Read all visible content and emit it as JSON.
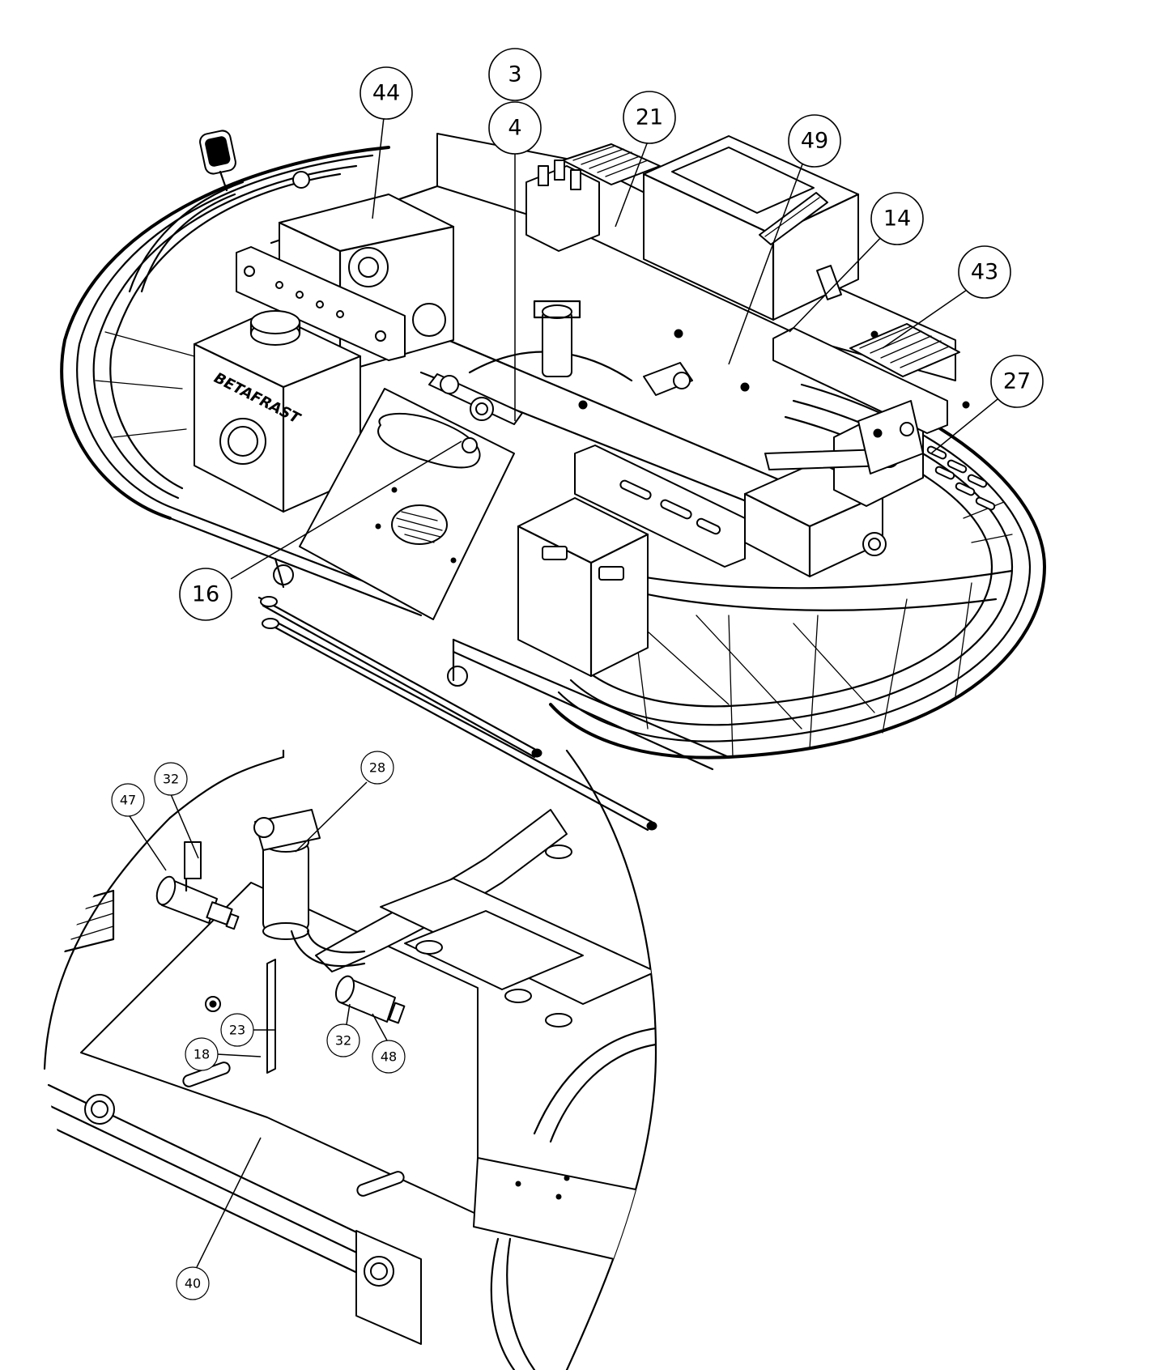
{
  "figure": {
    "brand_label": "BETAFRAST",
    "colors": {
      "line": "#000000",
      "background": "#ffffff"
    }
  },
  "main_view": {
    "callouts": [
      {
        "id": "3",
        "label": "3"
      },
      {
        "id": "4",
        "label": "4"
      },
      {
        "id": "44",
        "label": "44"
      },
      {
        "id": "21",
        "label": "21"
      },
      {
        "id": "49",
        "label": "49"
      },
      {
        "id": "14",
        "label": "14"
      },
      {
        "id": "43",
        "label": "43"
      },
      {
        "id": "27",
        "label": "27"
      },
      {
        "id": "16",
        "label": "16"
      }
    ]
  },
  "detail_view": {
    "callouts": [
      {
        "id": "47",
        "label": "47"
      },
      {
        "id": "32a",
        "label": "32"
      },
      {
        "id": "28",
        "label": "28"
      },
      {
        "id": "23",
        "label": "23"
      },
      {
        "id": "18",
        "label": "18"
      },
      {
        "id": "32b",
        "label": "32"
      },
      {
        "id": "48",
        "label": "48"
      },
      {
        "id": "40",
        "label": "40"
      }
    ]
  }
}
